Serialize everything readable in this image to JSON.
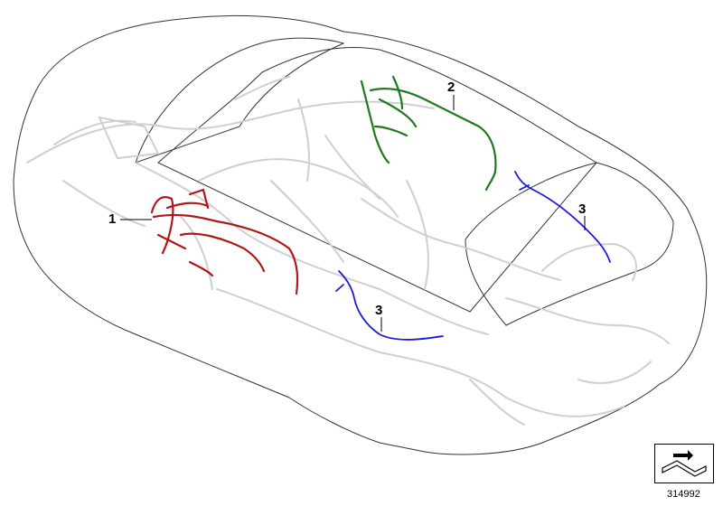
{
  "callouts": {
    "red": "1",
    "green": "2",
    "blue_rear": "3",
    "blue_side": "3"
  },
  "reference_number": "314992",
  "colors": {
    "harness_1": "#b01717",
    "harness_2": "#1f7a1f",
    "harness_3": "#1a1adb",
    "background_wiring": "#cfcfcf",
    "body_outline": "#333333"
  },
  "icons": {
    "nav": "diagram-nav-arrow-icon"
  }
}
